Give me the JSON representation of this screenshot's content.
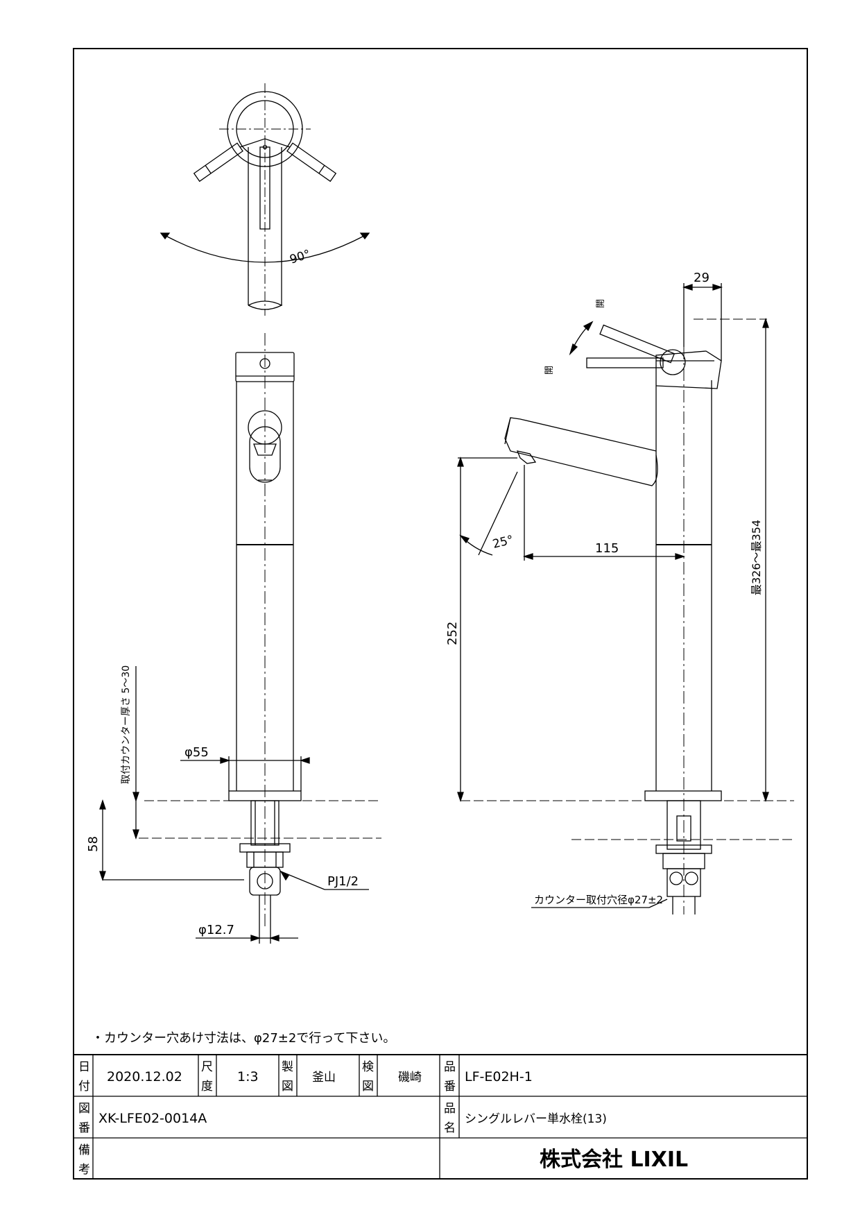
{
  "note": "・カウンター穴あけ寸法は、φ27±2で行って下さい。",
  "drawing": {
    "angle_top": "90°",
    "angle_spout": "25°",
    "dim_29": "29",
    "dim_115": "115",
    "dim_252": "252",
    "dim_height": "最326～最354",
    "dim_phi55": "φ55",
    "dim_58": "58",
    "dim_phi12_7": "φ12.7",
    "pj": "PJ1/2",
    "counter_thickness": "取付カウンター厚さ 5～30",
    "counter_hole": "カウンター取付穴径φ27±2",
    "open_label_1": "開",
    "open_label_2": "開"
  },
  "title_block": {
    "date_label_1": "日",
    "date_label_2": "付",
    "date_value": "2020.12.02",
    "scale_label_1": "尺",
    "scale_label_2": "度",
    "scale_value": "1:3",
    "drawn_label_1": "製",
    "drawn_label_2": "図",
    "drawn_value": "釜山",
    "checked_label_1": "検",
    "checked_label_2": "図",
    "checked_value": "磯崎",
    "part_no_label_1": "品",
    "part_no_label_2": "番",
    "part_no_value": "LF-E02H-1",
    "drawing_no_label_1": "図",
    "drawing_no_label_2": "番",
    "drawing_no_value": "XK-LFE02-0014A",
    "product_name_label_1": "品",
    "product_name_label_2": "名",
    "product_name_value": "シングルレバー単水栓(13)",
    "remarks_label_1": "備",
    "remarks_label_2": "考",
    "company": "株式会社 LIXIL"
  }
}
